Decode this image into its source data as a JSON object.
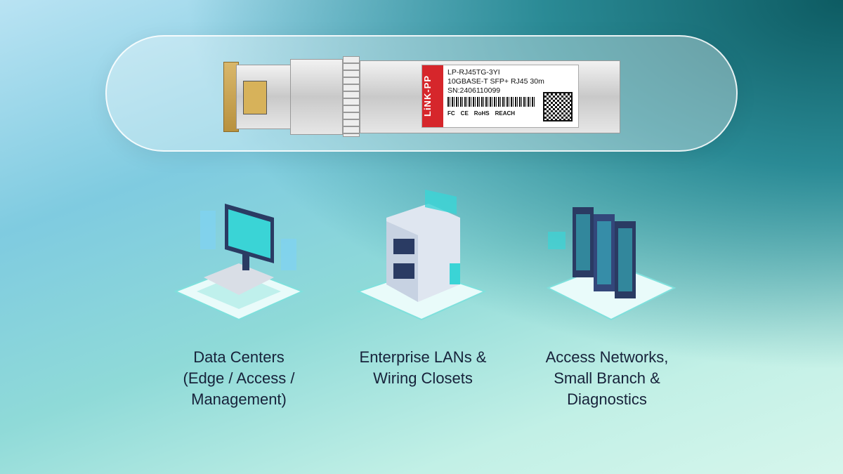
{
  "product": {
    "brand": "LiNK-PP",
    "model": "LP-RJ45TG-3YI",
    "description": "10GBASE-T SFP+ RJ45 30m",
    "serial": "SN:2406110099",
    "certifications": [
      "FC",
      "CE",
      "RoHS",
      "REACH"
    ]
  },
  "applications": [
    {
      "icon": "desktop-monitor-icon",
      "lines": [
        "Data Centers",
        "(Edge / Access /",
        "Management)"
      ]
    },
    {
      "icon": "network-switch-icon",
      "lines": [
        "Enterprise LANs &",
        "Wiring Closets"
      ]
    },
    {
      "icon": "server-rack-icon",
      "lines": [
        "Access Networks,",
        "Small Branch &",
        "Diagnostics"
      ]
    }
  ],
  "colors": {
    "accent": "#2cc6c8",
    "brand_red": "#d6262b",
    "text": "#17223a"
  }
}
